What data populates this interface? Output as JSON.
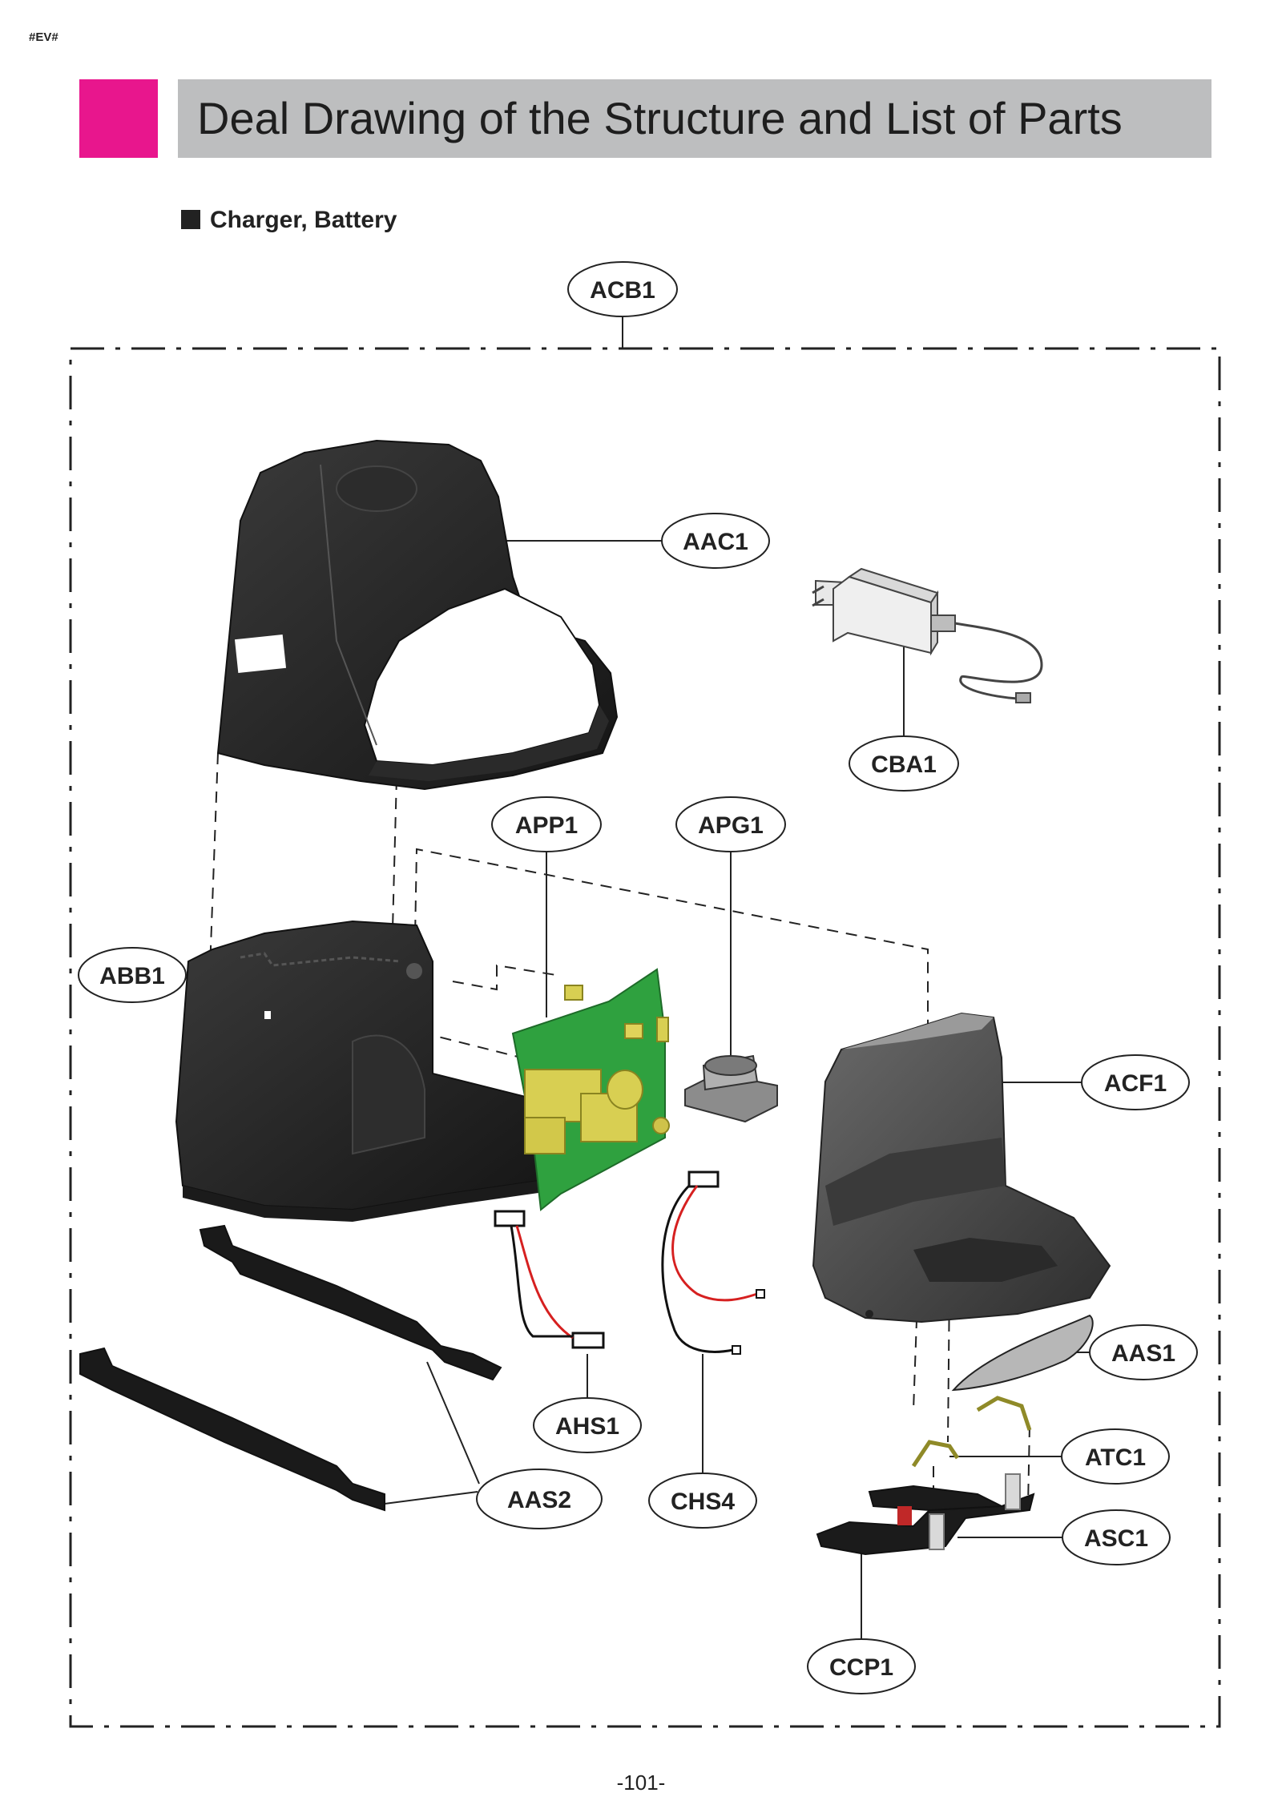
{
  "header": {
    "code": "#EV#",
    "title": "Deal Drawing of the Structure and List of Parts"
  },
  "section": {
    "title": "Charger, Battery"
  },
  "callouts": {
    "ACB1": "ACB1",
    "AAC1": "AAC1",
    "CBA1": "CBA1",
    "APP1": "APP1",
    "APG1": "APG1",
    "ABB1": "ABB1",
    "ACF1": "ACF1",
    "AAS1": "AAS1",
    "ATC1": "ATC1",
    "AHS1": "AHS1",
    "AAS2": "AAS2",
    "CHS4": "CHS4",
    "ASC1": "ASC1",
    "CCP1": "CCP1"
  },
  "footer": {
    "page_number": "-101-"
  },
  "colors": {
    "accent": "#e8168d",
    "title_bar": "#bdbebf",
    "pcb_green": "#2fa13f",
    "component_yellow": "#d8cf52",
    "wire_red": "#d62020"
  }
}
